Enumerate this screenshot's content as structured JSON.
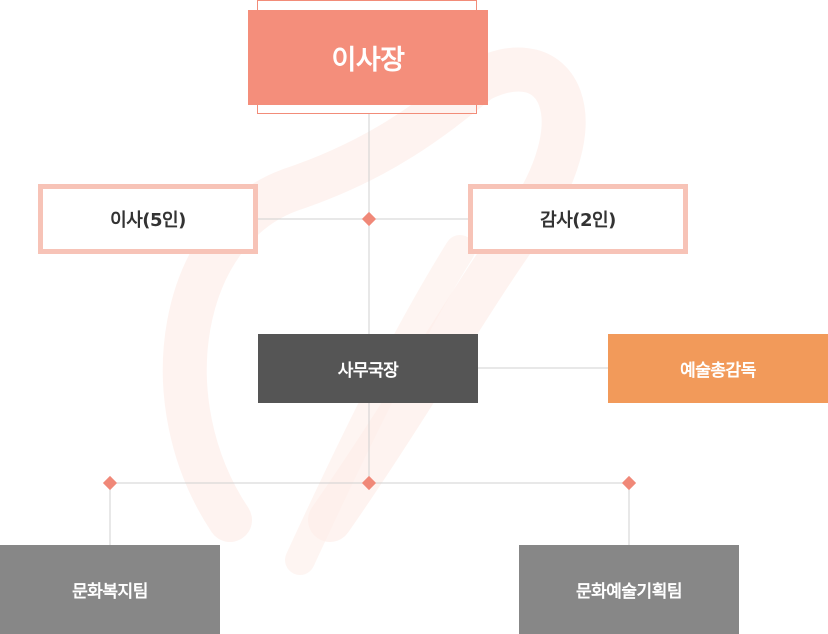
{
  "org": {
    "chairman": "이사장",
    "directors": "이사(5인)",
    "auditors": "감사(2인)",
    "secretary_general": "사무국장",
    "art_director": "예술총감독",
    "teams": [
      "문화복지팀",
      "문화예술기획팀"
    ]
  },
  "colors": {
    "chairman_bg": "#f48e7b",
    "outline_border": "#f7c3b7",
    "secretary_bg": "#555555",
    "art_director_bg": "#f29a5a",
    "team_bg": "#878787",
    "connector_dot": "#f08878",
    "line": "#cccccc"
  }
}
